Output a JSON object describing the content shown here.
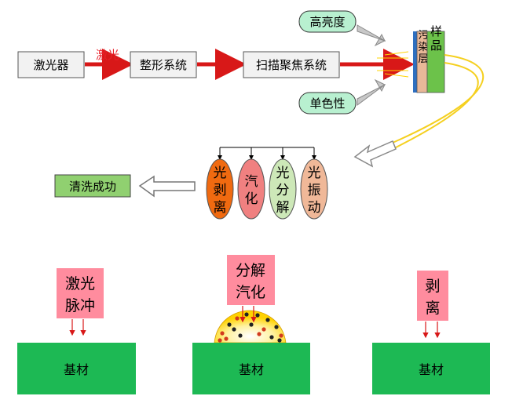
{
  "process": {
    "laser_source": "激光器",
    "laser_beam_label": "激光",
    "shaping_system": "整形系统",
    "scanning_system": "扫描聚焦系统",
    "property_brightness": "高亮度",
    "property_monochromatic": "单色性",
    "contamination_layer": "污染层",
    "sample": "样品"
  },
  "mechanisms": {
    "items": [
      "光剥离",
      "汽化",
      "光分解",
      "光振动"
    ],
    "colors": [
      "#f06a10",
      "#f08080",
      "#cde8b8",
      "#f0b898"
    ],
    "result": "清洗成功"
  },
  "stages": {
    "substrate": "基材",
    "stage1_label": "激光脉冲",
    "stage2_label": "分解汽化",
    "stage3_label": "剥离"
  },
  "colors": {
    "substrate": "#1db954",
    "label_box": "#ff8c9e",
    "arrow_red": "#d81818",
    "gray_box": "#f2f2f2",
    "result_box": "#90d070"
  }
}
